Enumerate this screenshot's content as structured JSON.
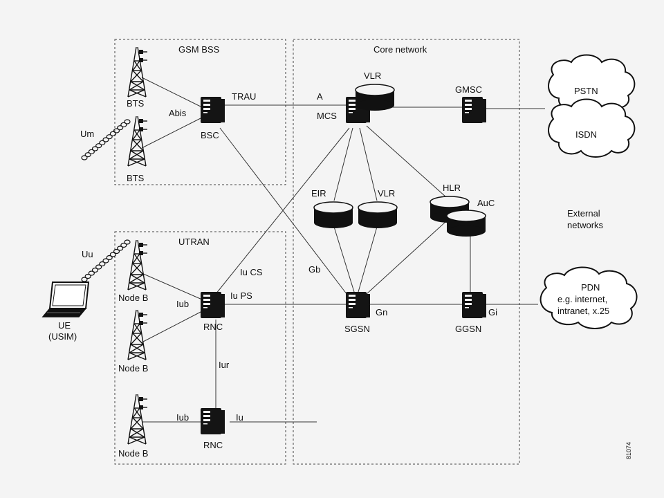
{
  "regions": {
    "gsm_bss": "GSM BSS",
    "core_network": "Core network",
    "utran": "UTRAN",
    "external_networks": [
      "External",
      "networks"
    ]
  },
  "nodes": {
    "bts_1": "BTS",
    "bts_2": "BTS",
    "bsc": "BSC",
    "mcs": "MCS",
    "vlr_top": "VLR",
    "gmsc": "GMSC",
    "eir": "EIR",
    "vlr_mid": "VLR",
    "hlr": "HLR",
    "auc": "AuC",
    "sgsn": "SGSN",
    "ggsn": "GGSN",
    "node_b_1": "Node B",
    "node_b_2": "Node B",
    "node_b_3": "Node B",
    "rnc_1": "RNC",
    "rnc_2": "RNC",
    "ue": [
      "UE",
      "(USIM)"
    ]
  },
  "clouds": {
    "pstn": "PSTN",
    "isdn": "ISDN",
    "pdn": [
      "PDN",
      "e.g. internet,",
      "intranet, x.25"
    ]
  },
  "interfaces": {
    "um": "Um",
    "abis": "Abis",
    "trau": "TRAU",
    "a": "A",
    "uu": "Uu",
    "iu_cs": "Iu CS",
    "iu_ps": "Iu PS",
    "iub_1": "Iub",
    "iub_2": "Iub",
    "iur": "Iur",
    "iu": "Iu",
    "gb": "Gb",
    "gn": "Gn",
    "gi": "Gi"
  },
  "figure_id": "81074",
  "colors": {
    "background": "#f4f4f4",
    "ink": "#111111",
    "line": "#333333"
  }
}
